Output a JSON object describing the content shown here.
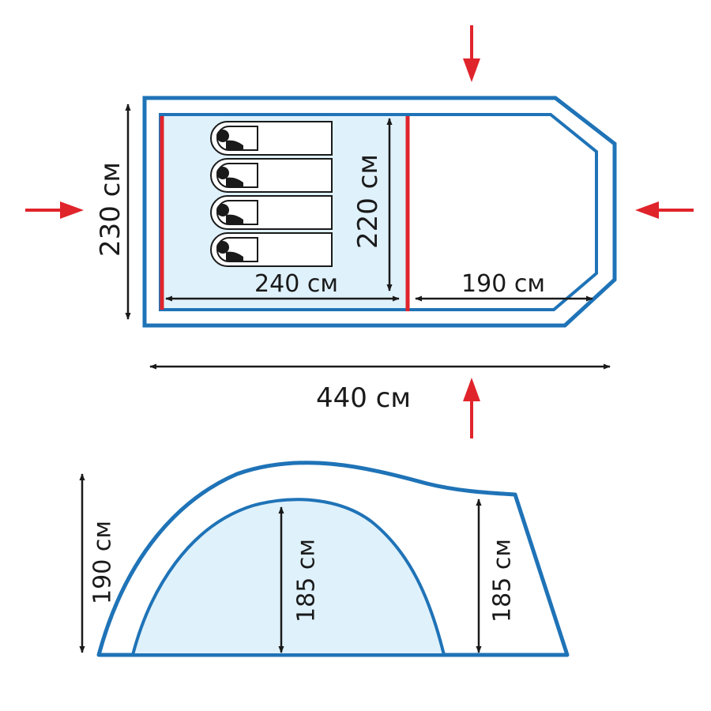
{
  "plan_view": {
    "overall_length": "440 см",
    "overall_width": "230 см",
    "inner_width": "220 см",
    "bedroom_length": "240 см",
    "vestibule_length": "190 см",
    "berths": 4
  },
  "side_view": {
    "overall_height": "190 см",
    "inner_tent_height": "185 см",
    "vestibule_height": "185 см"
  },
  "colors": {
    "outline": "#1f73b7",
    "inner_fill": "#dff1fb",
    "divider": "#e0242b",
    "arrow": "#e0242b",
    "dimension": "#1a1a1a"
  }
}
